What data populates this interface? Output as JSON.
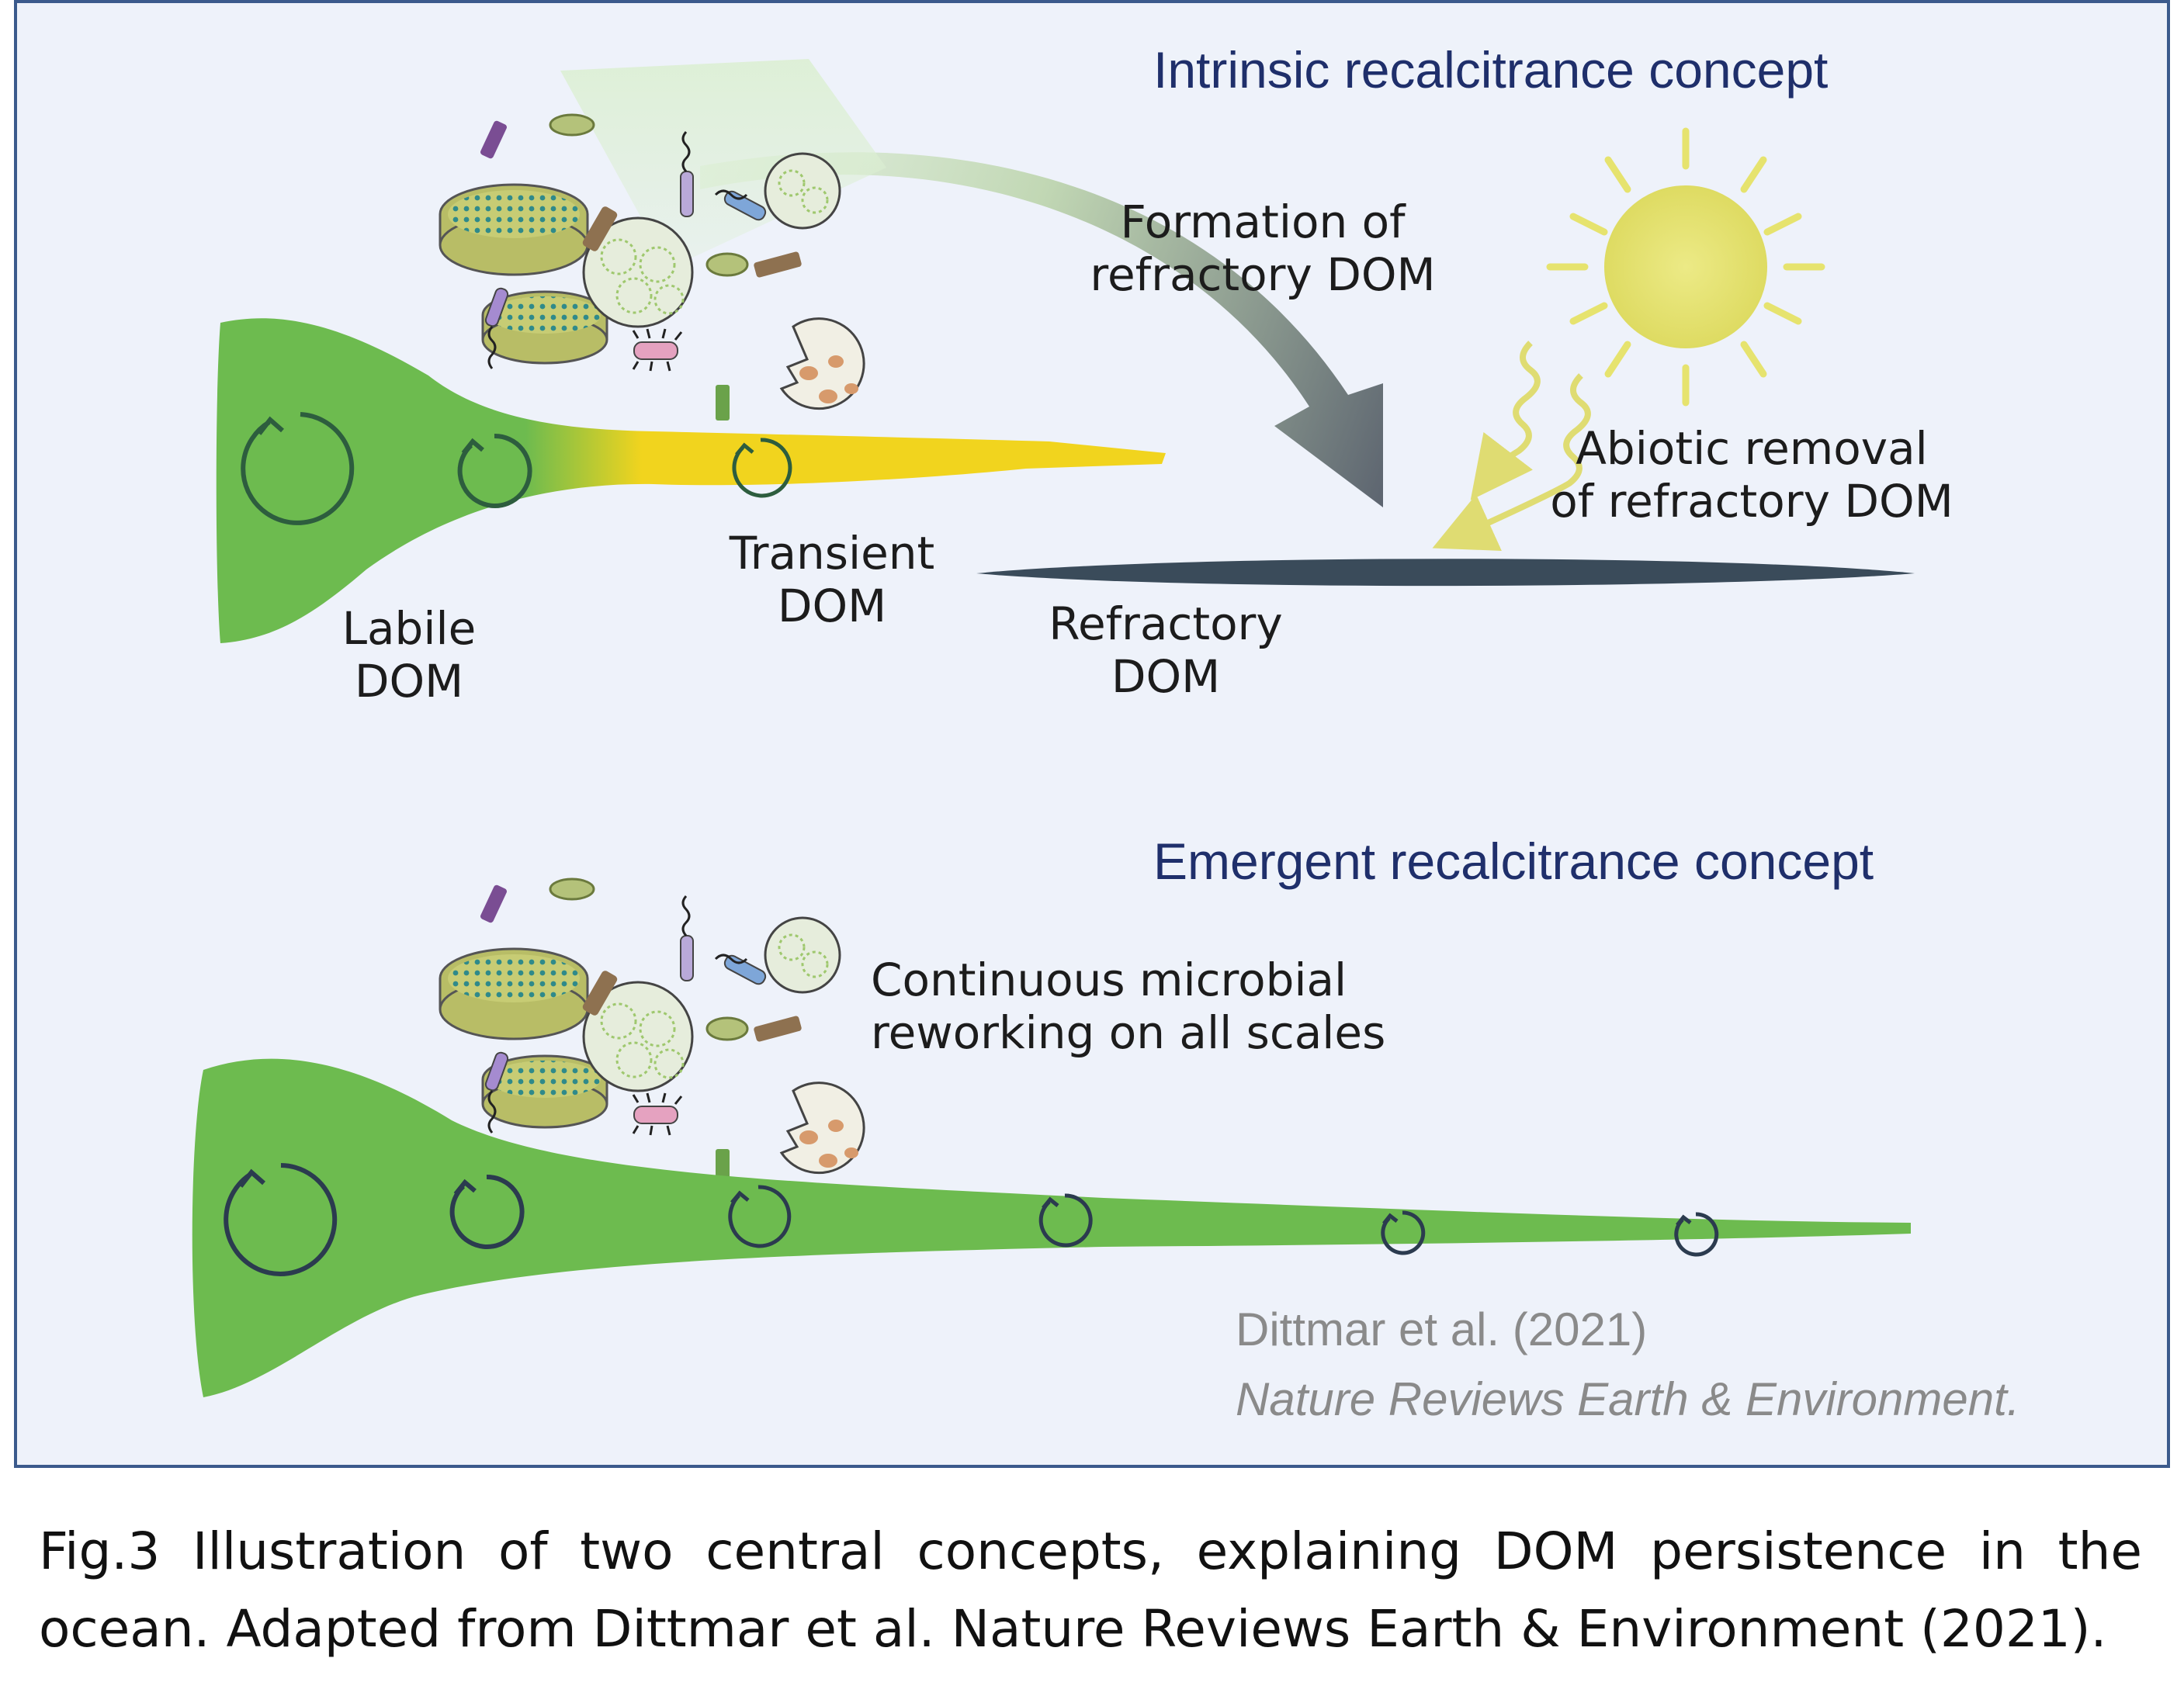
{
  "panel": {
    "top_title": "Intrinsic recalcitrance concept",
    "bottom_title": "Emergent recalcitrance concept",
    "formation_label": [
      "Formation of",
      "refractory DOM"
    ],
    "abiotic_label": [
      "Abiotic removal",
      "of refractory DOM"
    ],
    "labile_label": [
      "Labile",
      "DOM"
    ],
    "transient_label": [
      "Transient",
      "DOM"
    ],
    "refractory_label": [
      "Refractory",
      "DOM"
    ],
    "continuous_label": [
      "Continuous microbial",
      "reworking on all scales"
    ],
    "credit_authors": "Dittmar et al. (2021)",
    "credit_journal": "Nature Reviews Earth & Environment."
  },
  "caption": "Fig.3 Illustration of two central concepts, explaining DOM persistence in the ocean. Adapted from Dittmar et al. Nature Reviews Earth & Environment (2021).",
  "colors": {
    "panel_background": "#eef2fa",
    "panel_border": "#3b5a8c",
    "labile_green": "#6dbb4f",
    "transient_yellow": "#f1d41e",
    "refractory_slate": "#3a4b5a",
    "title_navy": "#1f2f6b",
    "sun_yellow": "#e6e36e",
    "credit_gray": "#8a8a8a"
  },
  "icons": [
    "microbe-cluster-icon",
    "sun-icon",
    "cycle-arrow-icon",
    "formation-arrow-icon",
    "wavy-arrow-icon"
  ]
}
